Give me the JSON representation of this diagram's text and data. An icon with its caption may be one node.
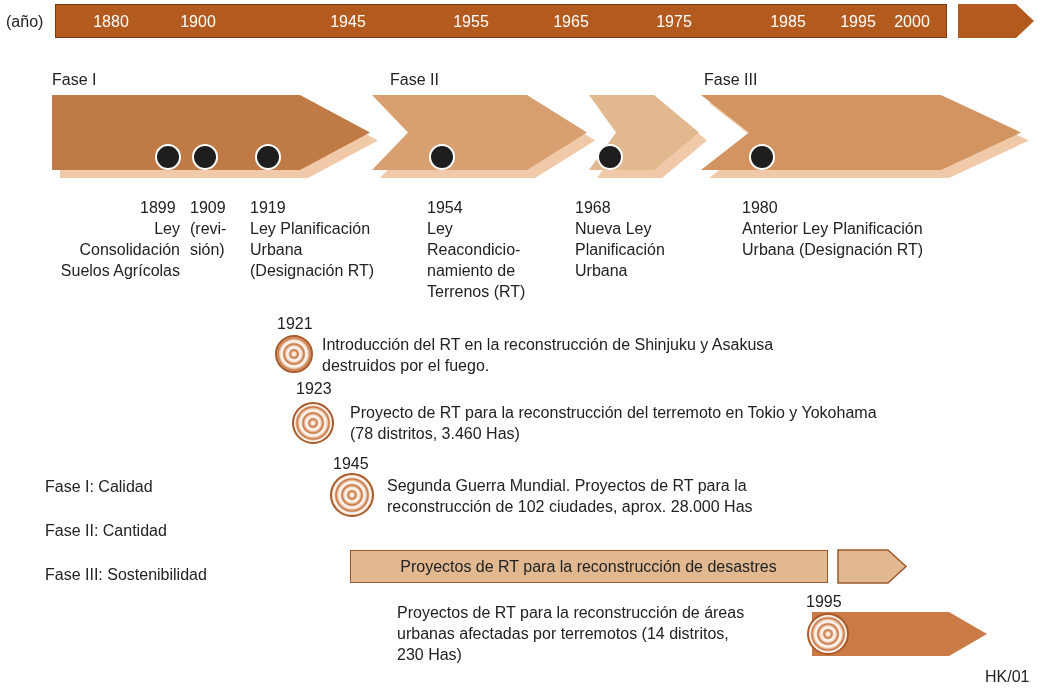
{
  "diagram": {
    "nodes": [
      {
        "text": [
          "1880",
          "1900",
          "1945",
          "1955",
          "1965",
          "1975",
          "1985",
          "1995",
          "2000"
        ],
        "beside": [
          "(año)"
        ]
      },
      {
        "text": [],
        "shape": "arrow"
      },
      {
        "text": [
          "Fase I"
        ]
      },
      {
        "text": [
          "Fase II"
        ]
      },
      {
        "text": [],
        "shape": "arrow"
      },
      {
        "text": [
          "Fase III"
        ]
      },
      {
        "text": [],
        "shape": "circle",
        "in": 2,
        "beside": [
          "1899",
          "Ley Consolidación Suelos Agrícolas"
        ]
      },
      {
        "text": [],
        "shape": "circle",
        "in": 2,
        "beside": [
          "1909",
          "(revi-sión)"
        ]
      },
      {
        "text": [],
        "shape": "circle",
        "in": 2,
        "beside": [
          "1919",
          "Ley Planificación Urbana (Designación RT)"
        ]
      },
      {
        "text": [],
        "shape": "circle",
        "in": 3,
        "beside": [
          "1954",
          "Ley Reacondicio-namiento de Terrenos (RT)"
        ]
      },
      {
        "text": [],
        "shape": "circle",
        "in": 4,
        "beside": [
          "1968",
          "Nueva Ley Planificación Urbana"
        ]
      },
      {
        "text": [],
        "shape": "circle",
        "in": 5,
        "beside": [
          "1980",
          "Anterior Ley Planificación Urbana (Designación RT)"
        ]
      },
      {
        "text": [],
        "shape": "circle",
        "beside": [
          "1921",
          "Introducción del RT en la reconstrucción de Shinjuku y Asakusa destruidos por el fuego."
        ]
      },
      {
        "text": [],
        "shape": "circle",
        "beside": [
          "1923",
          "Proyecto de RT para la reconstrucción del terremoto en Tokio y Yokohama (78 distritos, 3.460 Has)"
        ]
      },
      {
        "text": [],
        "shape": "circle",
        "beside": [
          "1945",
          "Segunda Guerra Mundial. Proyectos de RT para la reconstrucción de 102 ciudades, aprox. 28.000 Has"
        ]
      },
      {
        "text": [
          "Proyectos de RT para la reconstrucción de desastres"
        ]
      },
      {
        "text": [],
        "shape": "arrow"
      },
      {
        "text": [],
        "shape": "arrow"
      },
      {
        "text": [],
        "shape": "circle",
        "beside": [
          "1995"
        ]
      }
    ],
    "labels": [
      "Fase I: Calidad",
      "Fase II: Cantidad",
      "Fase III: Sostenibilidad",
      "Proyectos de RT para la reconstrucción de áreas urbanas afectadas por terremotos (14 distritos, 230 Has)",
      "HK/01"
    ]
  }
}
